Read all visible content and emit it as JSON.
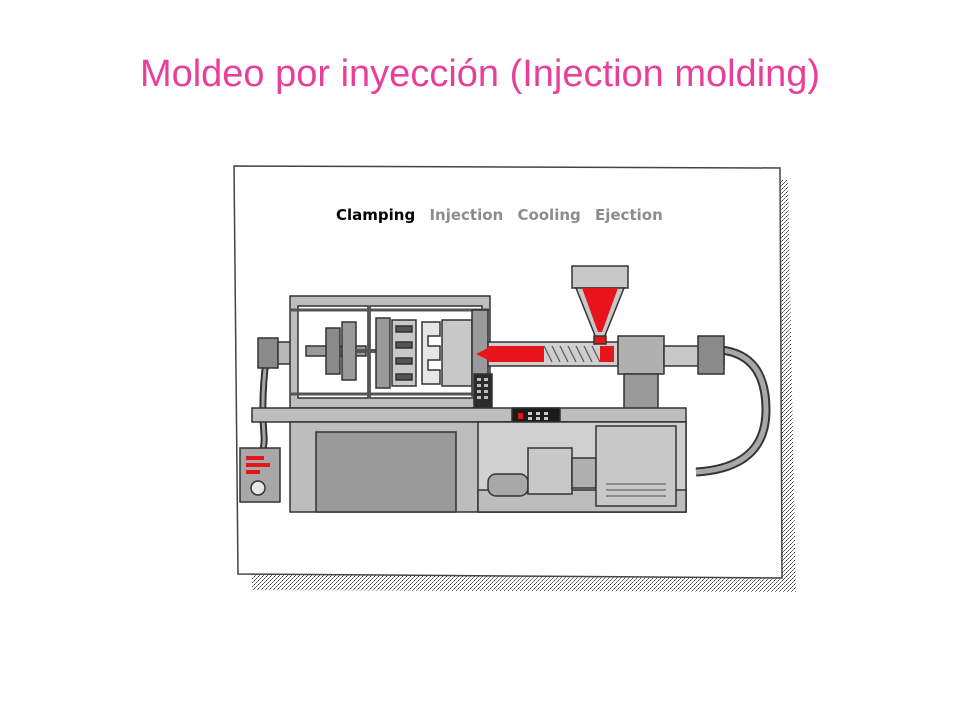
{
  "slide": {
    "title": "Moldeo por inyección (Injection molding)"
  },
  "process": {
    "phases": [
      {
        "label": "Clamping",
        "active": true
      },
      {
        "label": "Injection",
        "active": false
      },
      {
        "label": "Cooling",
        "active": false
      },
      {
        "label": "Ejection",
        "active": false
      }
    ]
  },
  "colors": {
    "title": "#e8409a",
    "active_phase": "#000000",
    "inactive_phase": "#8c8c8c",
    "machine_body": "#9a9a9a",
    "machine_light": "#c8c8c8",
    "machine_dark": "#5a5a5a",
    "molten_plastic": "#e8141c"
  },
  "icons": {
    "machine": "injection-molding-machine-illustration",
    "hopper": "hopper-icon",
    "control_panel": "control-panel-icon",
    "motor": "motor-icon"
  }
}
